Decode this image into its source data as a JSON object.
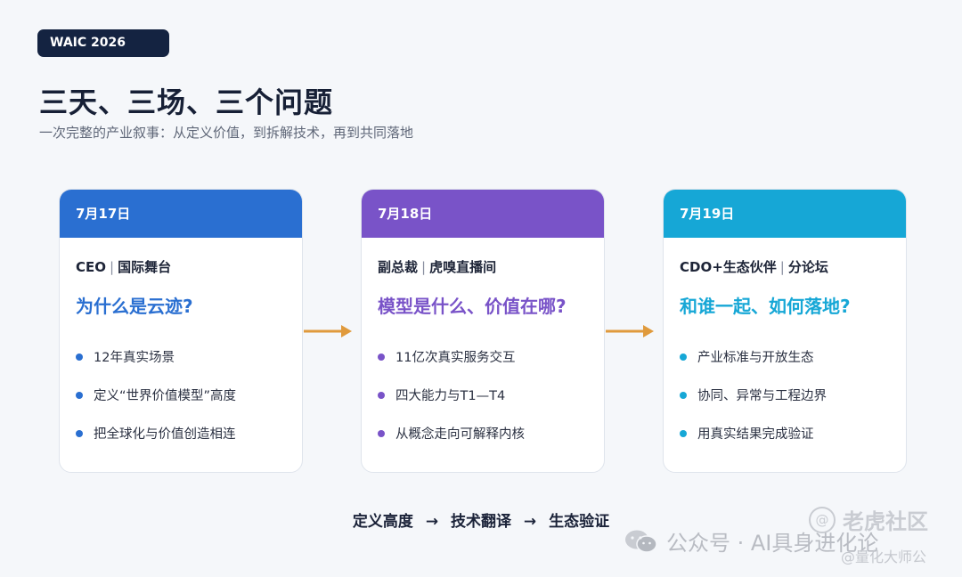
{
  "badge": "WAIC 2026",
  "title": "三天、三场、三个问题",
  "subtitle": "一次完整的产业叙事：从定义价值，到拆解技术，再到共同落地",
  "colors": {
    "card1": "#2a6fd1",
    "card2": "#7953c8",
    "card3": "#16a7d6",
    "arrow": "#e09a3c"
  },
  "cards": [
    {
      "date": "7月17日",
      "role": "CEO",
      "separator": "|",
      "venue": "国际舞台",
      "question": "为什么是云迹?",
      "bullets": [
        "12年真实场景",
        "定义“世界价值模型”高度",
        "把全球化与价值创造相连"
      ]
    },
    {
      "date": "7月18日",
      "role": "副总裁",
      "separator": "|",
      "venue": "虎嗅直播间",
      "question": "模型是什么、价值在哪?",
      "bullets": [
        "11亿次真实服务交互",
        "四大能力与T1—T4",
        "从概念走向可解释内核"
      ]
    },
    {
      "date": "7月19日",
      "role": "CDO+生态伙伴",
      "separator": "|",
      "venue": "分论坛",
      "question": "和谁一起、如何落地?",
      "bullets": [
        "产业标准与开放生态",
        "协同、异常与工程边界",
        "用真实结果完成验证"
      ]
    }
  ],
  "footer": {
    "step1": "定义高度",
    "arrow": "→",
    "step2": "技术翻译",
    "step3": "生态验证"
  },
  "watermark": {
    "symbol": "@",
    "top": "老虎社区",
    "mid": "公众号 · AI具身进化论",
    "bottom": "@量化大师公"
  }
}
